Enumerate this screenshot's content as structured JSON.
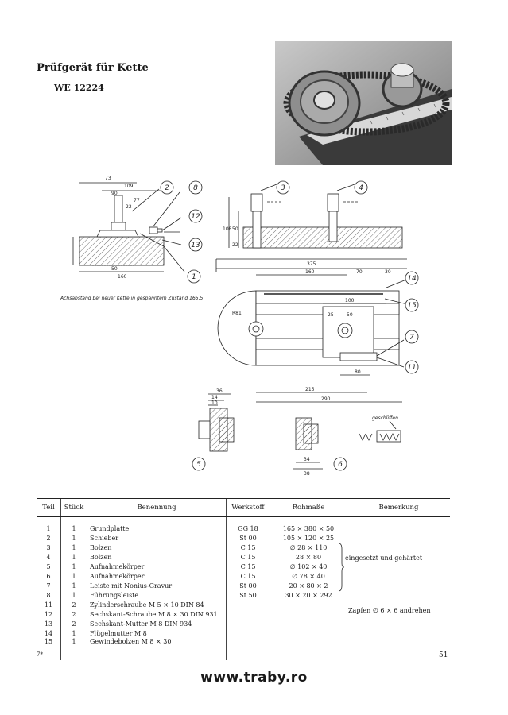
{
  "header": {
    "title": "Prüfgerät für Kette",
    "number": "WE 12224"
  },
  "drawing": {
    "caption": "Achsabstand bei neuer Kette in gespanntem Zustand 165,5",
    "item_callouts": [
      "2",
      "8",
      "12",
      "13",
      "1",
      "3",
      "4",
      "14",
      "15",
      "7",
      "11",
      "5",
      "6"
    ],
    "dimensions": {
      "top_left": [
        "73",
        "109",
        "90",
        "77",
        "22",
        "50",
        "160"
      ],
      "side_view": [
        "108",
        "50",
        "22"
      ],
      "plan": [
        "375",
        "160",
        "70",
        "30",
        "100",
        "25",
        "50",
        "80",
        "215",
        "290",
        "R81"
      ],
      "parts_5_6": [
        "36",
        "14",
        "10",
        "34",
        "38"
      ]
    },
    "surface_label": "geschliffen"
  },
  "table": {
    "headers": [
      "Teil",
      "Stück",
      "Benennung",
      "Werkstoff",
      "Rohmaße",
      "Bemerkung"
    ],
    "rows": [
      [
        "1",
        "1",
        "Grundplatte",
        "GG 18",
        "165 × 380 × 50"
      ],
      [
        "2",
        "1",
        "Schieber",
        "St 00",
        "105 × 120 × 25"
      ],
      [
        "3",
        "1",
        "Bolzen",
        "C 15",
        "∅ 28 × 110"
      ],
      [
        "4",
        "1",
        "Bolzen",
        "C 15",
        "28 × 80"
      ],
      [
        "5",
        "1",
        "Aufnahmekörper",
        "C 15",
        "∅ 102 × 40"
      ],
      [
        "6",
        "1",
        "Aufnahmekörper",
        "C 15",
        "∅ 78 × 40"
      ],
      [
        "7",
        "1",
        "Leiste mit Nonius-Gravur",
        "St 00",
        "20 × 80 × 2"
      ],
      [
        "8",
        "1",
        "Führungsleiste",
        "St 50",
        "30 × 20 × 292"
      ],
      [
        "11",
        "2",
        "Zylinderschraube M 5 × 10 DIN 84",
        "",
        ""
      ],
      [
        "12",
        "2",
        "Sechskant-Schraube M 8 × 30 DIN 931",
        "",
        ""
      ],
      [
        "13",
        "2",
        "Sechskant-Mutter M 8      DIN 934",
        "",
        ""
      ],
      [
        "14",
        "1",
        "Flügelmutter M 8",
        "",
        ""
      ],
      [
        "15",
        "1",
        "Gewindebolzen M 8 × 30",
        "",
        ""
      ]
    ],
    "remark_hardened": "eingesetzt und gehärtet",
    "remark_pin": "Zapfen ∅ 6 × 6 andrehen"
  },
  "footer": {
    "left": "7*",
    "page": "51",
    "url": "www.traby.ro"
  }
}
